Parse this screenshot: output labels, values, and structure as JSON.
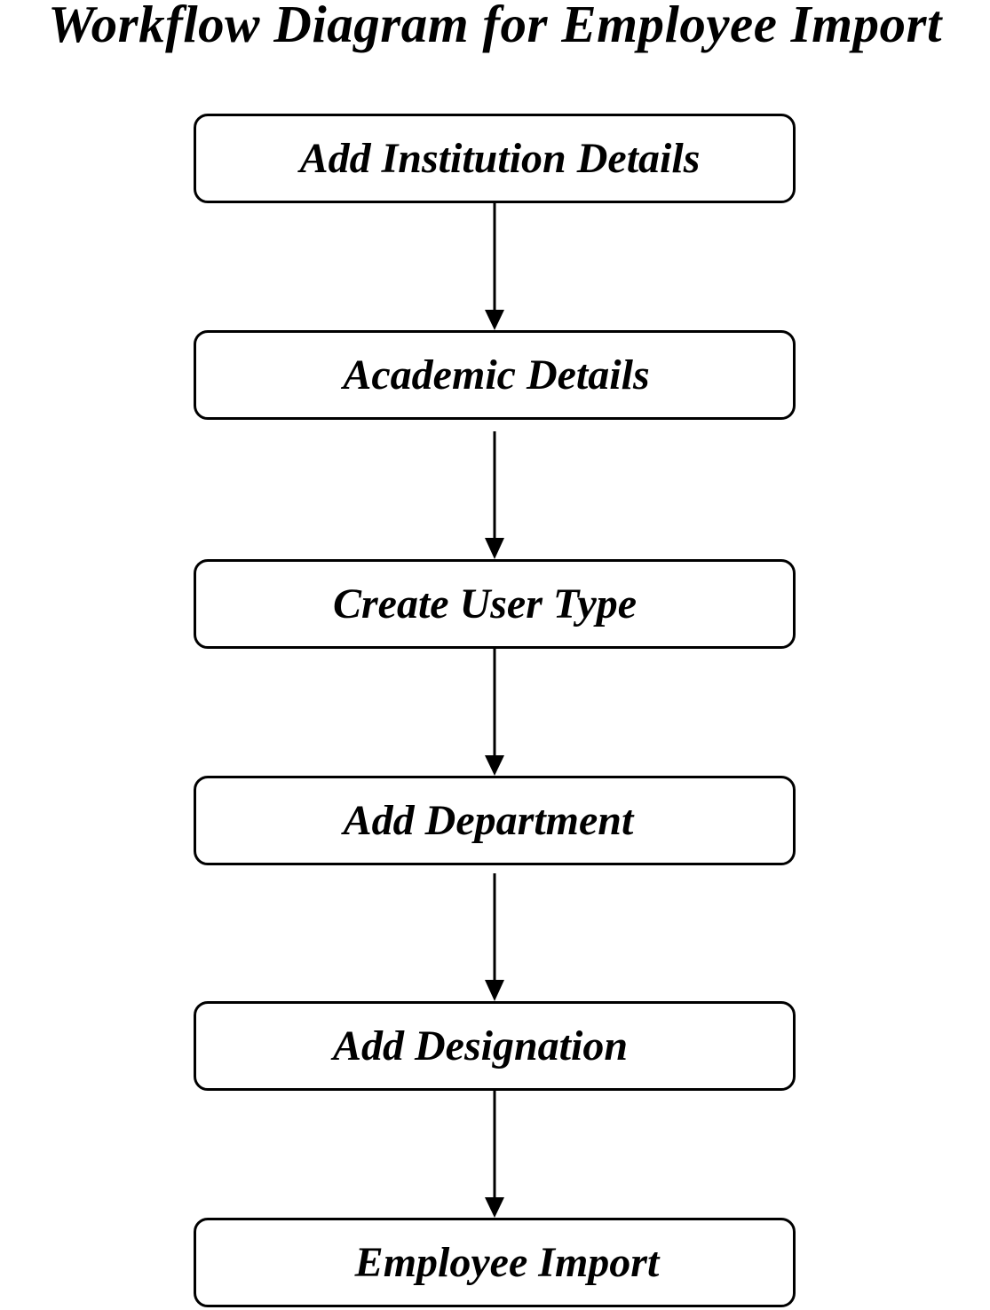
{
  "diagram": {
    "title": "Workflow Diagram for Employee Import",
    "steps": [
      {
        "label": "Add Institution Details"
      },
      {
        "label": "Academic Details"
      },
      {
        "label": "Create User Type"
      },
      {
        "label": "Add Department"
      },
      {
        "label": "Add Designation"
      },
      {
        "label": "Employee Import"
      }
    ],
    "colors": {
      "stroke": "#000000",
      "background": "#ffffff"
    }
  }
}
